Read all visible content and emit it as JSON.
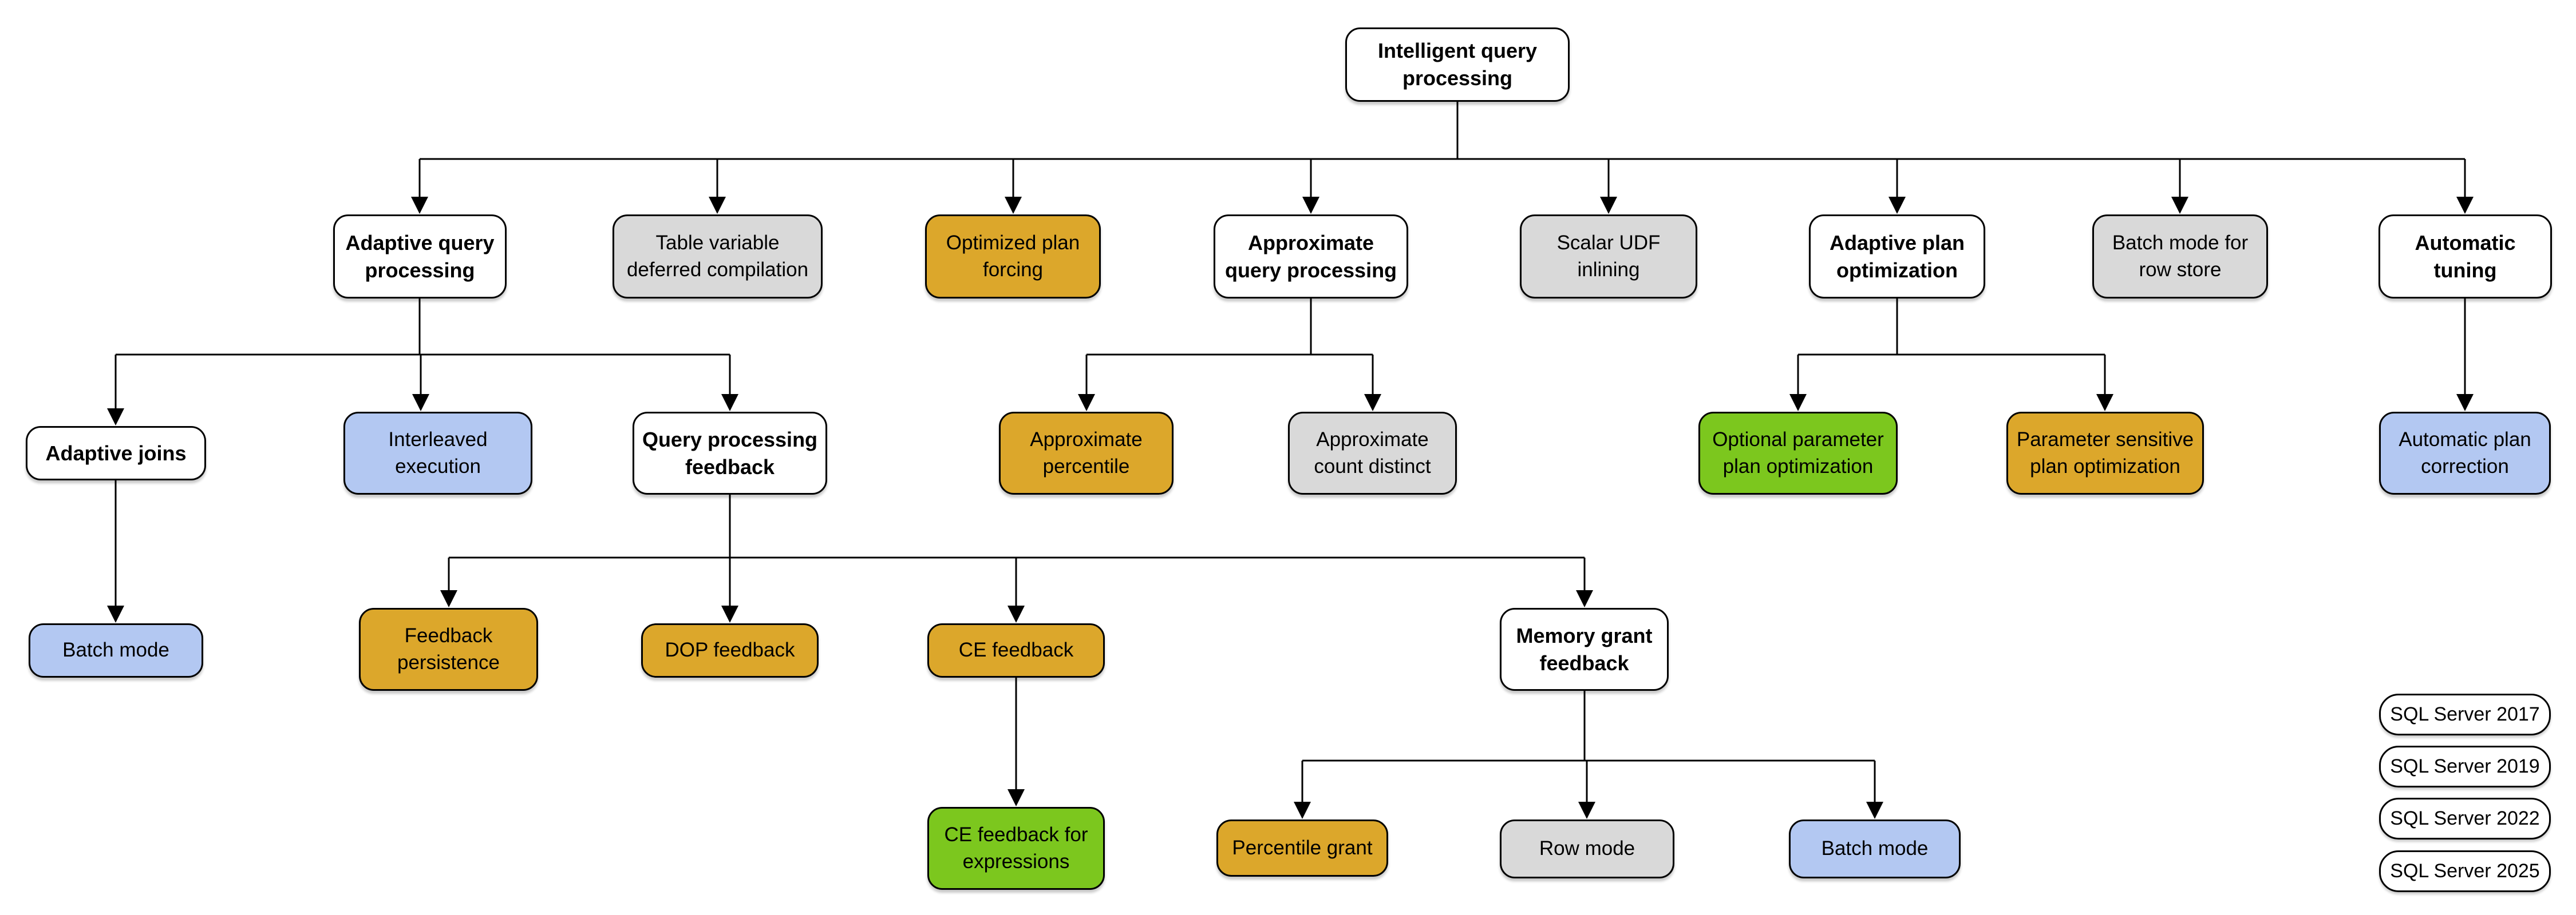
{
  "palette": {
    "plain": "#ffffff",
    "v2017": "#b3c8f2",
    "v2019": "#d9d9d9",
    "v2022": "#dca72b",
    "v2025": "#7cc71e",
    "line": "#000000"
  },
  "nodes": {
    "intelligent_query_processing": {
      "label": "Intelligent query processing"
    },
    "adaptive_query_processing": {
      "label": "Adaptive query processing"
    },
    "table_variable_deferred_compilation": {
      "label": "Table variable deferred compilation",
      "version": "SQL Server 2019"
    },
    "optimized_plan_forcing": {
      "label": "Optimized plan forcing",
      "version": "SQL Server 2022"
    },
    "approximate_query_processing": {
      "label": "Approximate query processing"
    },
    "scalar_udf_inlining": {
      "label": "Scalar UDF inlining",
      "version": "SQL Server 2019"
    },
    "adaptive_plan_optimization": {
      "label": "Adaptive plan optimization"
    },
    "batch_mode_for_row_store": {
      "label": "Batch mode for row store",
      "version": "SQL Server 2019"
    },
    "automatic_tuning": {
      "label": "Automatic tuning"
    },
    "adaptive_joins": {
      "label": "Adaptive joins"
    },
    "interleaved_execution": {
      "label": "Interleaved execution",
      "version": "SQL Server 2017"
    },
    "query_processing_feedback": {
      "label": "Query processing feedback"
    },
    "approximate_percentile": {
      "label": "Approximate percentile",
      "version": "SQL Server 2022"
    },
    "approximate_count_distinct": {
      "label": "Approximate count distinct",
      "version": "SQL Server 2019"
    },
    "optional_parameter_plan_optimization": {
      "label": "Optional parameter plan optimization",
      "version": "SQL Server 2025"
    },
    "parameter_sensitive_plan_optimization": {
      "label": "Parameter sensitive plan optimization",
      "version": "SQL Server 2022"
    },
    "automatic_plan_correction": {
      "label": "Automatic plan correction",
      "version": "SQL Server 2017"
    },
    "batch_mode_under_adaptive_joins": {
      "label": "Batch mode",
      "version": "SQL Server 2017"
    },
    "feedback_persistence": {
      "label": "Feedback persistence",
      "version": "SQL Server 2022"
    },
    "dop_feedback": {
      "label": "DOP feedback",
      "version": "SQL Server 2022"
    },
    "ce_feedback": {
      "label": "CE feedback",
      "version": "SQL Server 2022"
    },
    "memory_grant_feedback": {
      "label": "Memory grant feedback"
    },
    "ce_feedback_for_expressions": {
      "label": "CE feedback for expressions",
      "version": "SQL Server 2025"
    },
    "percentile_grant": {
      "label": "Percentile grant",
      "version": "SQL Server 2022"
    },
    "row_mode": {
      "label": "Row mode",
      "version": "SQL Server 2019"
    },
    "batch_mode_under_memory_grant": {
      "label": "Batch mode",
      "version": "SQL Server 2017"
    }
  },
  "legend": {
    "items": [
      {
        "label": "SQL Server 2017",
        "color": "#b3c8f2"
      },
      {
        "label": "SQL Server 2019",
        "color": "#d9d9d9"
      },
      {
        "label": "SQL Server 2022",
        "color": "#dca72b"
      },
      {
        "label": "SQL Server 2025",
        "color": "#7cc71e"
      }
    ]
  }
}
